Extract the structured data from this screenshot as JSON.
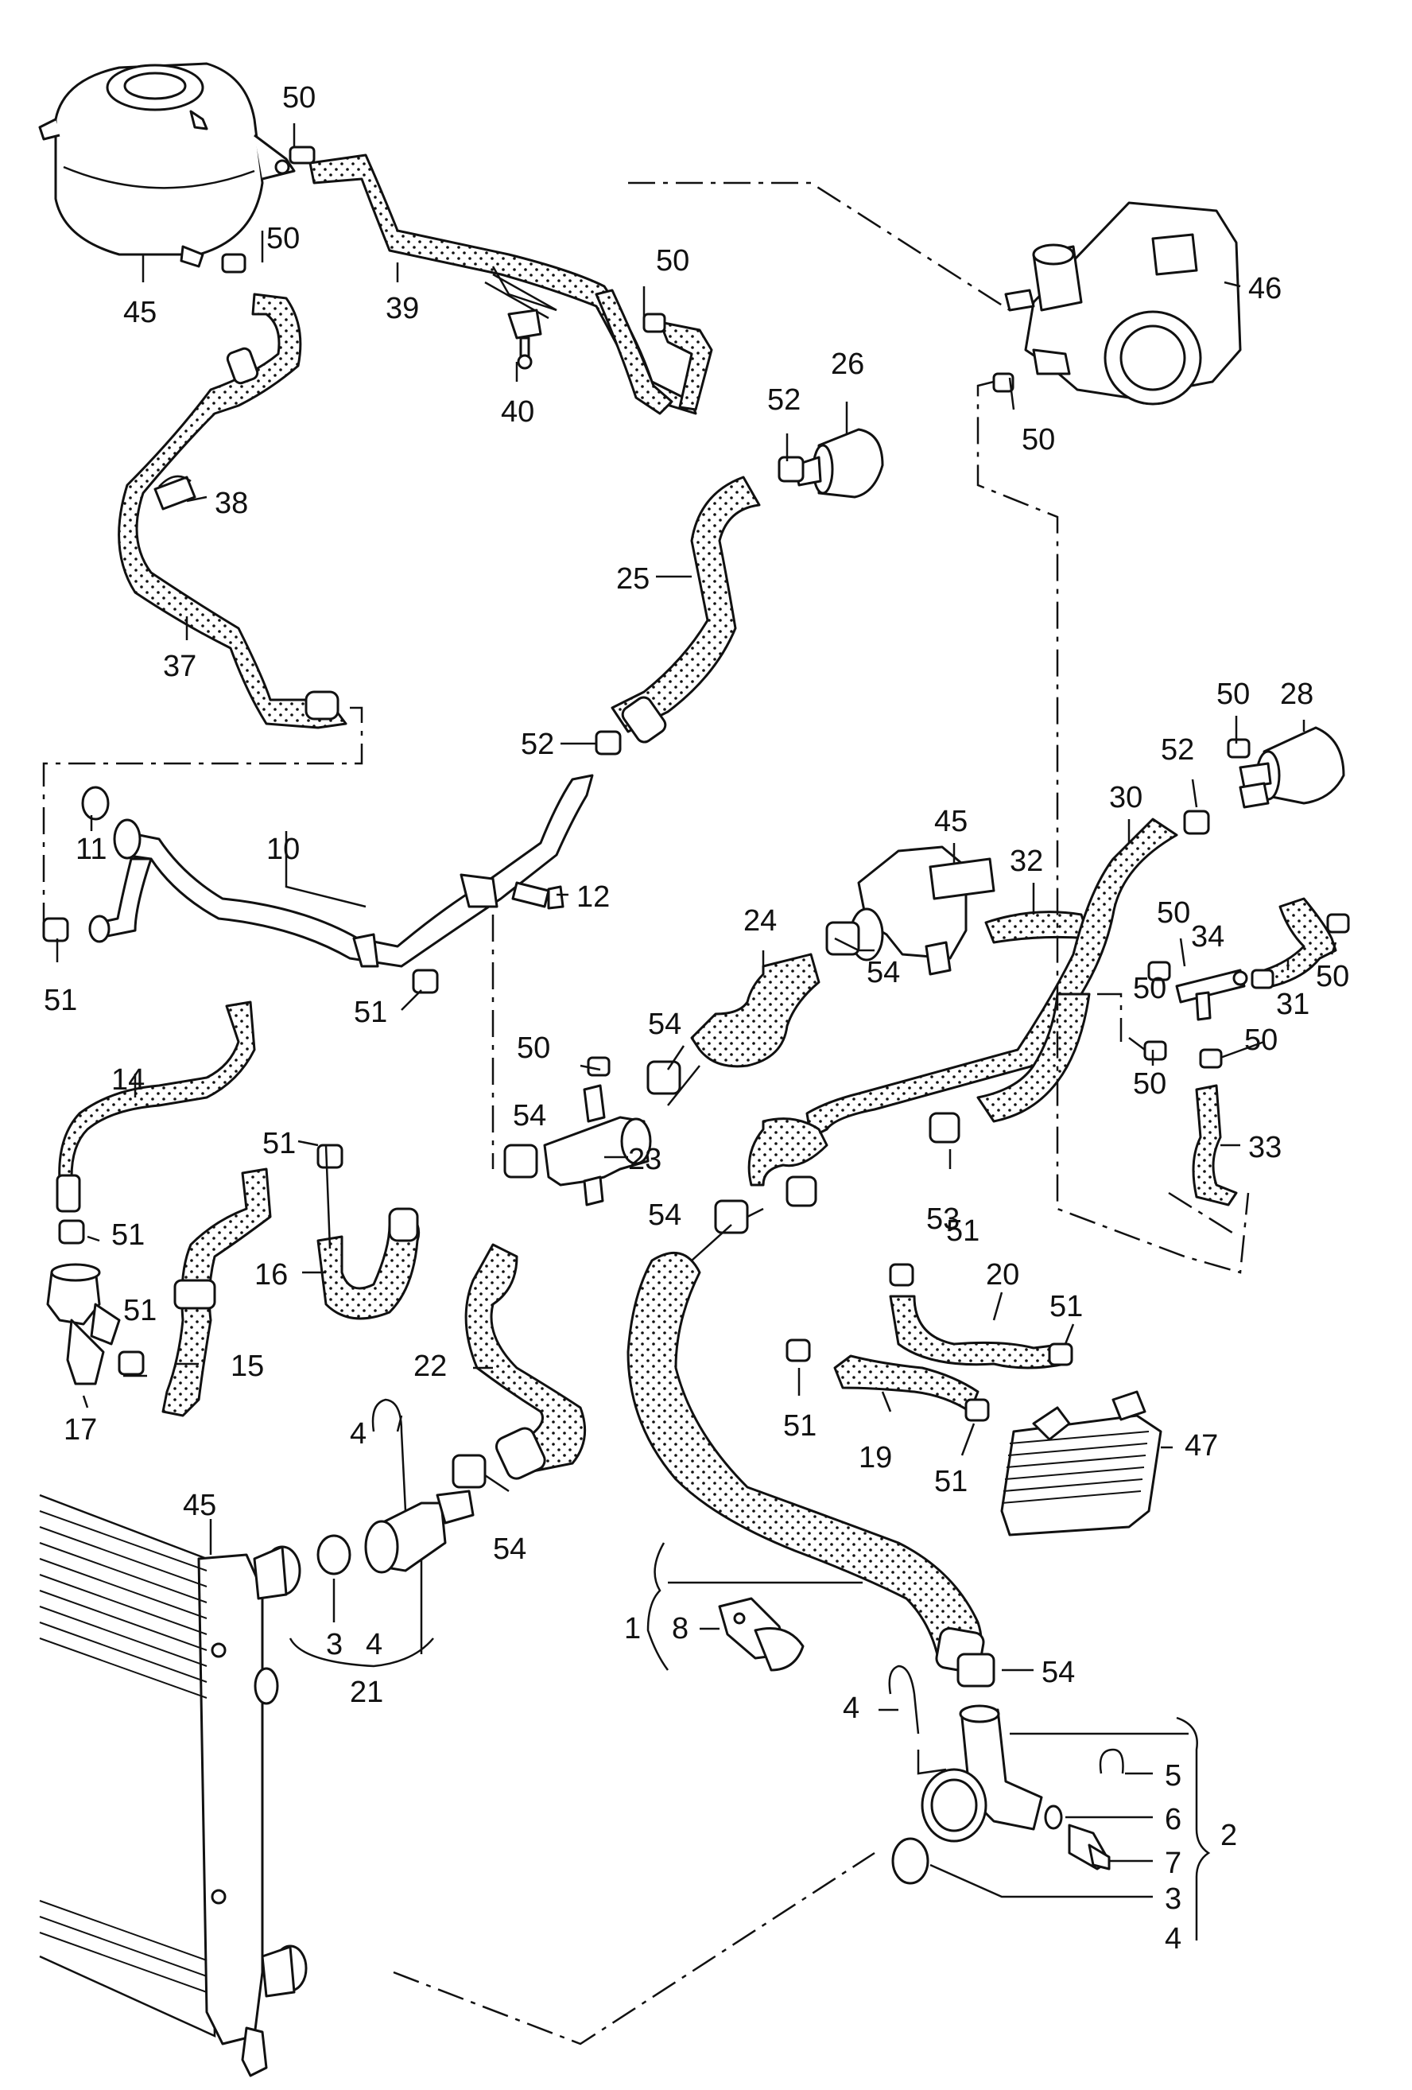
{
  "diagram": {
    "labels": {
      "p1": "1",
      "p2": "2",
      "p3a": "3",
      "p3b": "3",
      "p4a": "4",
      "p4b": "4",
      "p4c": "4",
      "p4d": "4",
      "p5": "5",
      "p6": "6",
      "p7": "7",
      "p8": "8",
      "p10": "10",
      "p11": "11",
      "p12": "12",
      "p14": "14",
      "p15": "15",
      "p16": "16",
      "p17": "17",
      "p19": "19",
      "p20": "20",
      "p21": "21",
      "p22": "22",
      "p23": "23",
      "p24": "24",
      "p25": "25",
      "p26": "26",
      "p28": "28",
      "p30": "30",
      "p31": "31",
      "p32": "32",
      "p33": "33",
      "p34": "34",
      "p37": "37",
      "p38": "38",
      "p39": "39",
      "p40": "40",
      "p45a": "45",
      "p45b": "45",
      "p45c": "45",
      "p46": "46",
      "p47": "47",
      "p50a": "50",
      "p50b": "50",
      "p50c": "50",
      "p50d": "50",
      "p50e": "50",
      "p50f": "50",
      "p50g": "50",
      "p50h": "50",
      "p50i": "50",
      "p50j": "50",
      "p50k": "50",
      "p51a": "51",
      "p51b": "51",
      "p51c": "51",
      "p51d": "51",
      "p51e": "51",
      "p51f": "51",
      "p51g": "51",
      "p51h": "51",
      "p51i": "51",
      "p52a": "52",
      "p52b": "52",
      "p52c": "52",
      "p53": "53",
      "p54a": "54",
      "p54b": "54",
      "p54c": "54",
      "p54d": "54",
      "p54e": "54",
      "p54f": "54"
    }
  }
}
